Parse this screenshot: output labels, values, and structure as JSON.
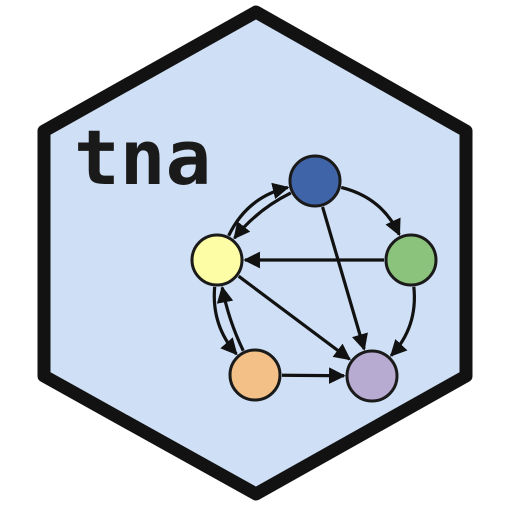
{
  "logo": {
    "text": "tna",
    "colors": {
      "background": "#cfdff5",
      "border": "#121212",
      "node_outline": "#1a1a1a",
      "edge": "#111111"
    }
  },
  "graph": {
    "nodes": [
      {
        "id": "top",
        "color": "#4064a8"
      },
      {
        "id": "left",
        "color": "#fdfda6"
      },
      {
        "id": "right",
        "color": "#8cc37c"
      },
      {
        "id": "bottom-left",
        "color": "#f3c088"
      },
      {
        "id": "bottom-right",
        "color": "#b7abd1"
      }
    ],
    "edges": [
      {
        "from": "top",
        "to": "right"
      },
      {
        "from": "top",
        "to": "left"
      },
      {
        "from": "top",
        "to": "bottom-right"
      },
      {
        "from": "left",
        "to": "top"
      },
      {
        "from": "left",
        "to": "bottom-left"
      },
      {
        "from": "left",
        "to": "bottom-right"
      },
      {
        "from": "right",
        "to": "left"
      },
      {
        "from": "right",
        "to": "bottom-right"
      },
      {
        "from": "bottom-left",
        "to": "left"
      },
      {
        "from": "bottom-left",
        "to": "bottom-right"
      }
    ]
  }
}
